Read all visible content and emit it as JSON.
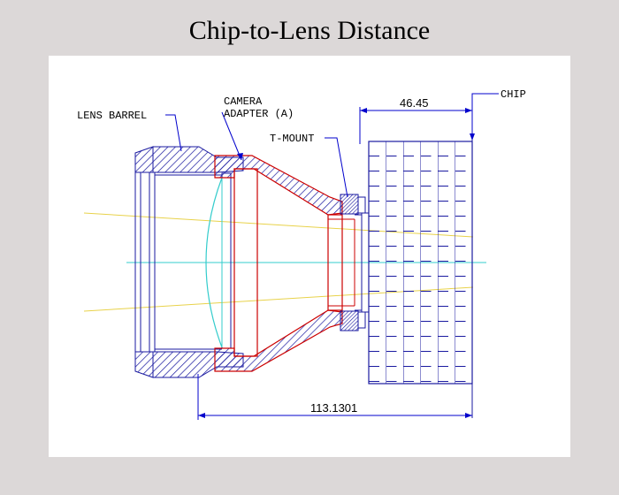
{
  "title": "Chip-to-Lens Distance",
  "labels": {
    "lens_barrel": "LENS BARREL",
    "camera_line1": "CAMERA",
    "camera_line2": "ADAPTER (A)",
    "t_mount": "T-MOUNT",
    "chip": "CHIP"
  },
  "dimensions": {
    "chip_offset": "46.45",
    "chip_to_lens": "113.1301"
  },
  "colors": {
    "outline_red": "#cc0000",
    "hatch_blue": "#1a1aa0",
    "axis_cyan": "#33cccc",
    "ray_yellow": "#e8d24a",
    "dim_blue": "#0000cc"
  }
}
